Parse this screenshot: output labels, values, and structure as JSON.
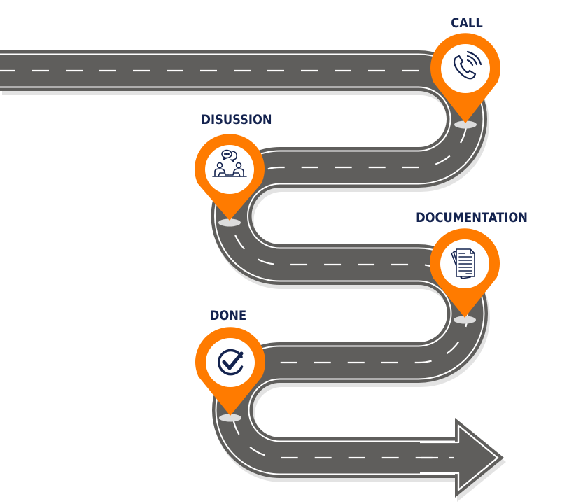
{
  "diagram": {
    "type": "roadmap",
    "colors": {
      "road": "#5f5e5c",
      "road_line": "#ffffff",
      "road_shadow": "#e3e3e3",
      "pin": "#ff7b00",
      "pin_inner": "#ffffff",
      "icon": "#14234f",
      "label": "#14234f",
      "marker_shadow": "#d9d9d9"
    },
    "steps": [
      {
        "order": 1,
        "label": "CALL",
        "icon": "phone-icon"
      },
      {
        "order": 2,
        "label": "DISUSSION",
        "icon": "discussion-icon"
      },
      {
        "order": 3,
        "label": "DOCUMENTATION",
        "icon": "documents-icon"
      },
      {
        "order": 4,
        "label": "DONE",
        "icon": "check-circle-icon"
      }
    ],
    "end": {
      "icon": "arrow-right-icon"
    }
  }
}
